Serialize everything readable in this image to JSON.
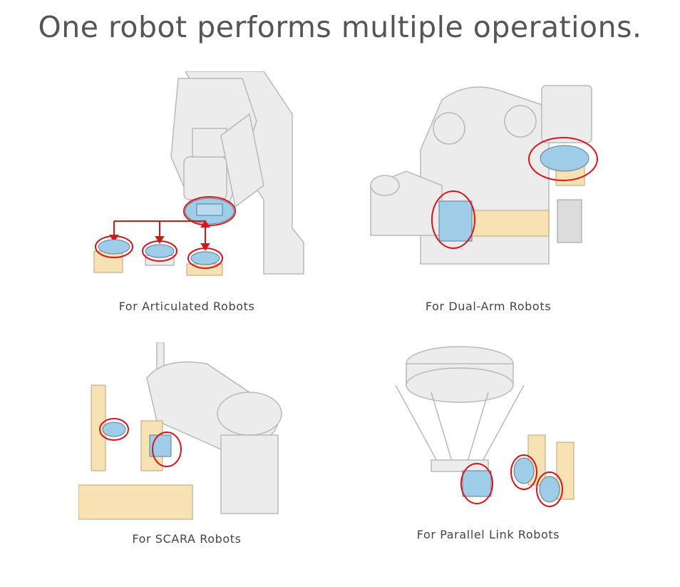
{
  "title": "One robot performs multiple operations.",
  "captions": {
    "articulated": "For Articulated Robots",
    "dual_arm": "For Dual-Arm Robots",
    "scara": "For SCARA Robots",
    "parallel": "For Parallel Link Robots"
  },
  "colors": {
    "robot_body": "#ececec",
    "robot_outline": "#b9b9b9",
    "tool_changer": "#9fcde8",
    "gripper_cream": "#f8e2b4",
    "highlight_ring": "#d9151c"
  }
}
